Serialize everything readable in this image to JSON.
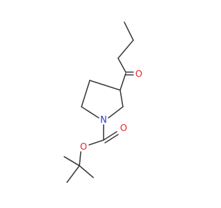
{
  "molecule": {
    "atoms": [
      {
        "id": "O1",
        "symbol": "O",
        "color": "#e8262a"
      },
      {
        "id": "N1",
        "symbol": "N",
        "color": "#2a3bd1"
      },
      {
        "id": "O2",
        "symbol": "O",
        "color": "#e8262a"
      },
      {
        "id": "O3",
        "symbol": "O",
        "color": "#e8262a"
      }
    ],
    "bond_color": "#3a3a3a"
  }
}
